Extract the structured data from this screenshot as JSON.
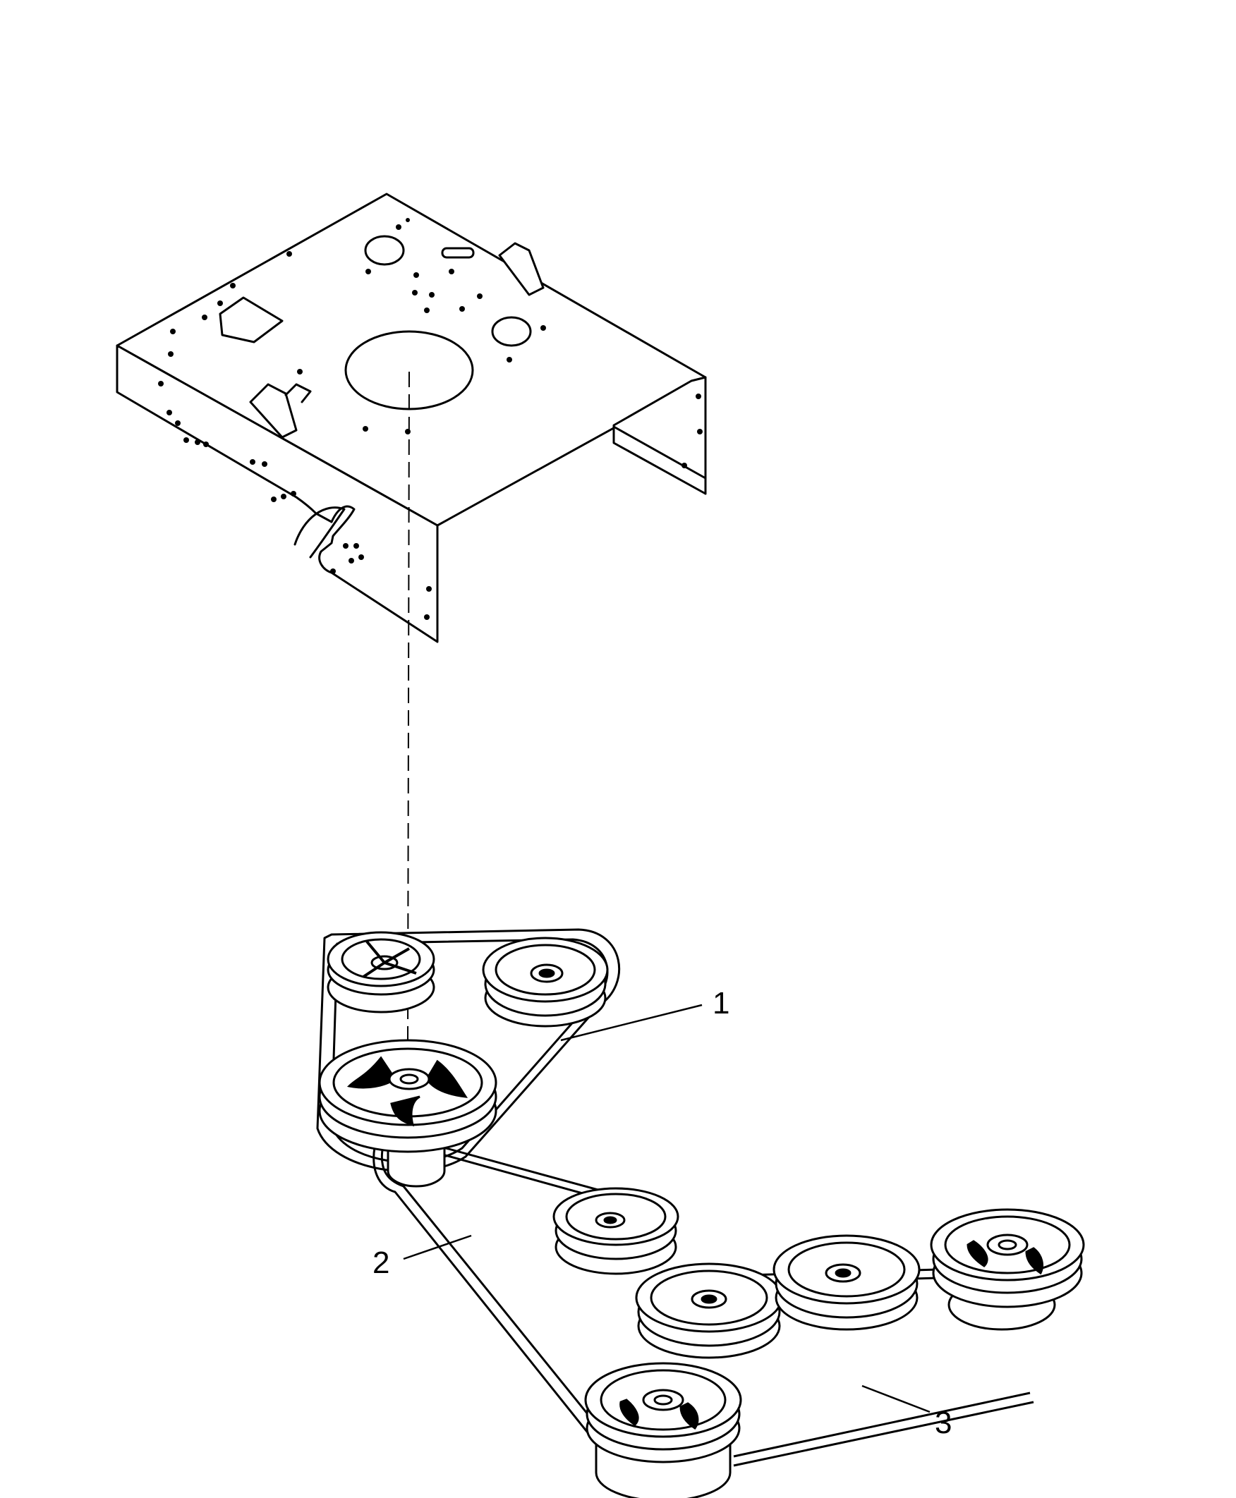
{
  "diagram": {
    "callouts": [
      {
        "id": "callout-1",
        "label": "1"
      },
      {
        "id": "callout-2",
        "label": "2"
      },
      {
        "id": "callout-3",
        "label": "3"
      }
    ],
    "colors": {
      "ink": "#000000",
      "paper": "#ffffff"
    }
  }
}
